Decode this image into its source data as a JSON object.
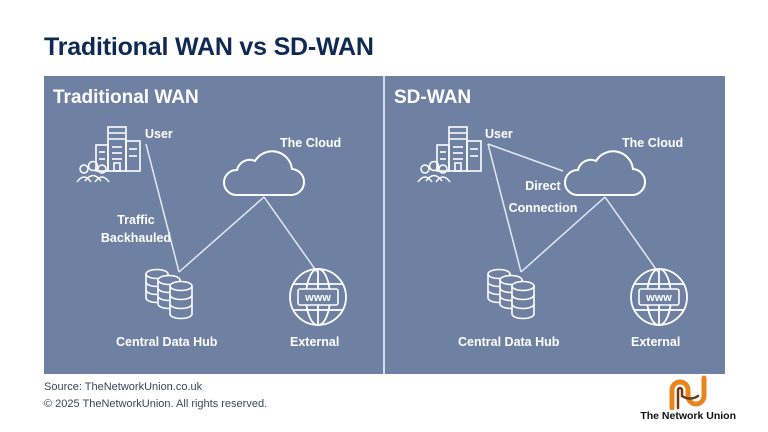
{
  "title": "Traditional WAN vs SD-WAN",
  "panels": {
    "left": {
      "title": "Traditional WAN",
      "user": "User",
      "cloud": "The Cloud",
      "traffic_line1": "Traffic",
      "traffic_line2": "Backhauled",
      "hub": "Central Data Hub",
      "external": "External",
      "www": "www"
    },
    "right": {
      "title": "SD-WAN",
      "user": "User",
      "cloud": "The Cloud",
      "direct_line1": "Direct",
      "direct_line2": "Connection",
      "hub": "Central Data Hub",
      "external": "External",
      "www": "www"
    }
  },
  "footer": {
    "source": "Source: TheNetworkUnion.co.uk",
    "copyright": "© 2025 TheNetworkUnion. All rights reserved.",
    "brand": "The Network Union"
  },
  "colors": {
    "title": "#0f2a52",
    "panel": "#6e81a2",
    "logo_orange": "#e8851f",
    "logo_dark": "#6b3b12"
  }
}
